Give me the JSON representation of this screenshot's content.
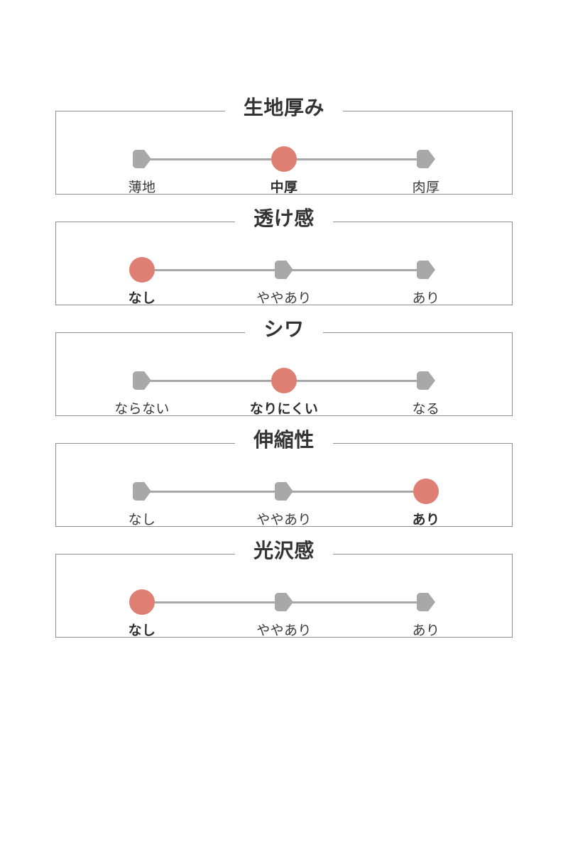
{
  "theme": {
    "accent": "#df7e72",
    "inactive": "#a8a8a8",
    "border": "#8c8c8c",
    "title_color": "#333333",
    "label_color": "#3a3a3a",
    "background": "#ffffff"
  },
  "panels": [
    {
      "title": "生地厚み",
      "active_index": 1,
      "stops": [
        {
          "label": "薄地"
        },
        {
          "label": "中厚"
        },
        {
          "label": "肉厚"
        }
      ]
    },
    {
      "title": "透け感",
      "active_index": 0,
      "stops": [
        {
          "label": "なし"
        },
        {
          "label": "ややあり"
        },
        {
          "label": "あり"
        }
      ]
    },
    {
      "title": "シワ",
      "active_index": 1,
      "stops": [
        {
          "label": "ならない"
        },
        {
          "label": "なりにくい"
        },
        {
          "label": "なる"
        }
      ]
    },
    {
      "title": "伸縮性",
      "active_index": 2,
      "stops": [
        {
          "label": "なし"
        },
        {
          "label": "ややあり"
        },
        {
          "label": "あり"
        }
      ]
    },
    {
      "title": "光沢感",
      "active_index": 0,
      "stops": [
        {
          "label": "なし"
        },
        {
          "label": "ややあり"
        },
        {
          "label": "あり"
        }
      ]
    }
  ]
}
